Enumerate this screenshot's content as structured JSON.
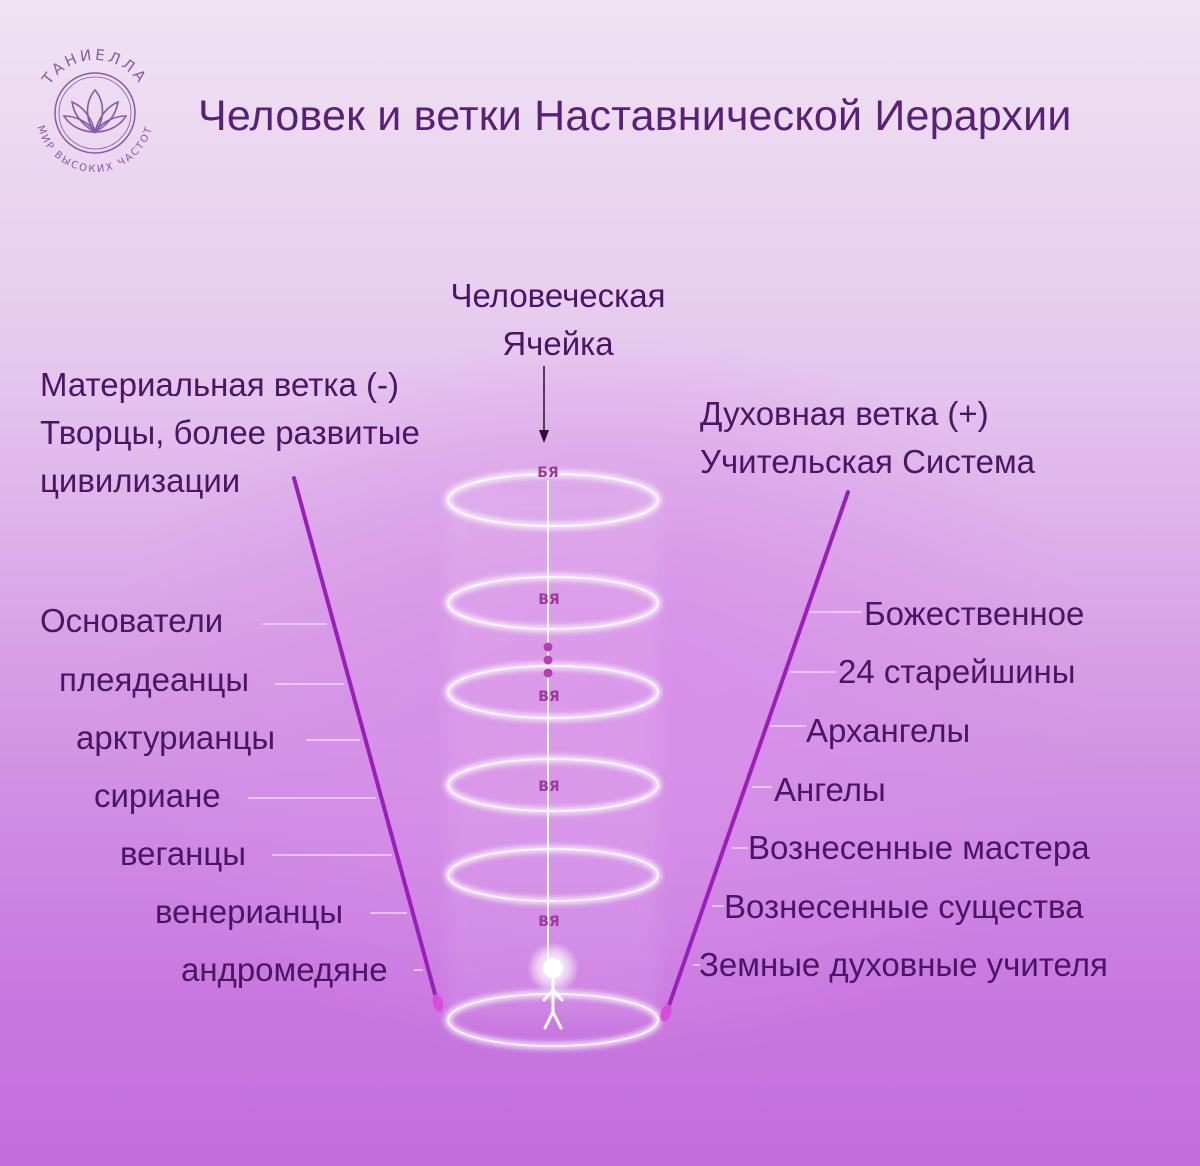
{
  "logo": {
    "brand": "ТАНИЕЛЛА",
    "tagline": "МИР ВЫСОКИХ ЧАСТОТ"
  },
  "title": "Человек и ветки Наставнической Иерархии",
  "center_label": [
    "Человеческая",
    "Ячейка"
  ],
  "left_branch": {
    "header": [
      "Материальная ветка (-)",
      "Творцы, более развитые",
      "цивилизации"
    ],
    "items": [
      "Основатели",
      "плеядеанцы",
      "арктурианцы",
      "сириане",
      "веганцы",
      "венерианцы",
      "андромедяне"
    ]
  },
  "right_branch": {
    "header": [
      "Духовная ветка (+)",
      "Учительская Система"
    ],
    "items": [
      "Божественное",
      "24 старейшины",
      "Архангелы",
      "Ангелы",
      "Вознесенные мастера",
      "Вознесенные существа",
      "Земные духовные учителя"
    ]
  },
  "cylinder": {
    "top_label": "БЯ",
    "ring_labels": [
      "ВЯ",
      "ВЯ",
      "ВЯ",
      "ВЯ"
    ]
  },
  "colors": {
    "branch_line": "#9a1fb8",
    "text": "#4b1565",
    "title": "#5a1f78"
  }
}
